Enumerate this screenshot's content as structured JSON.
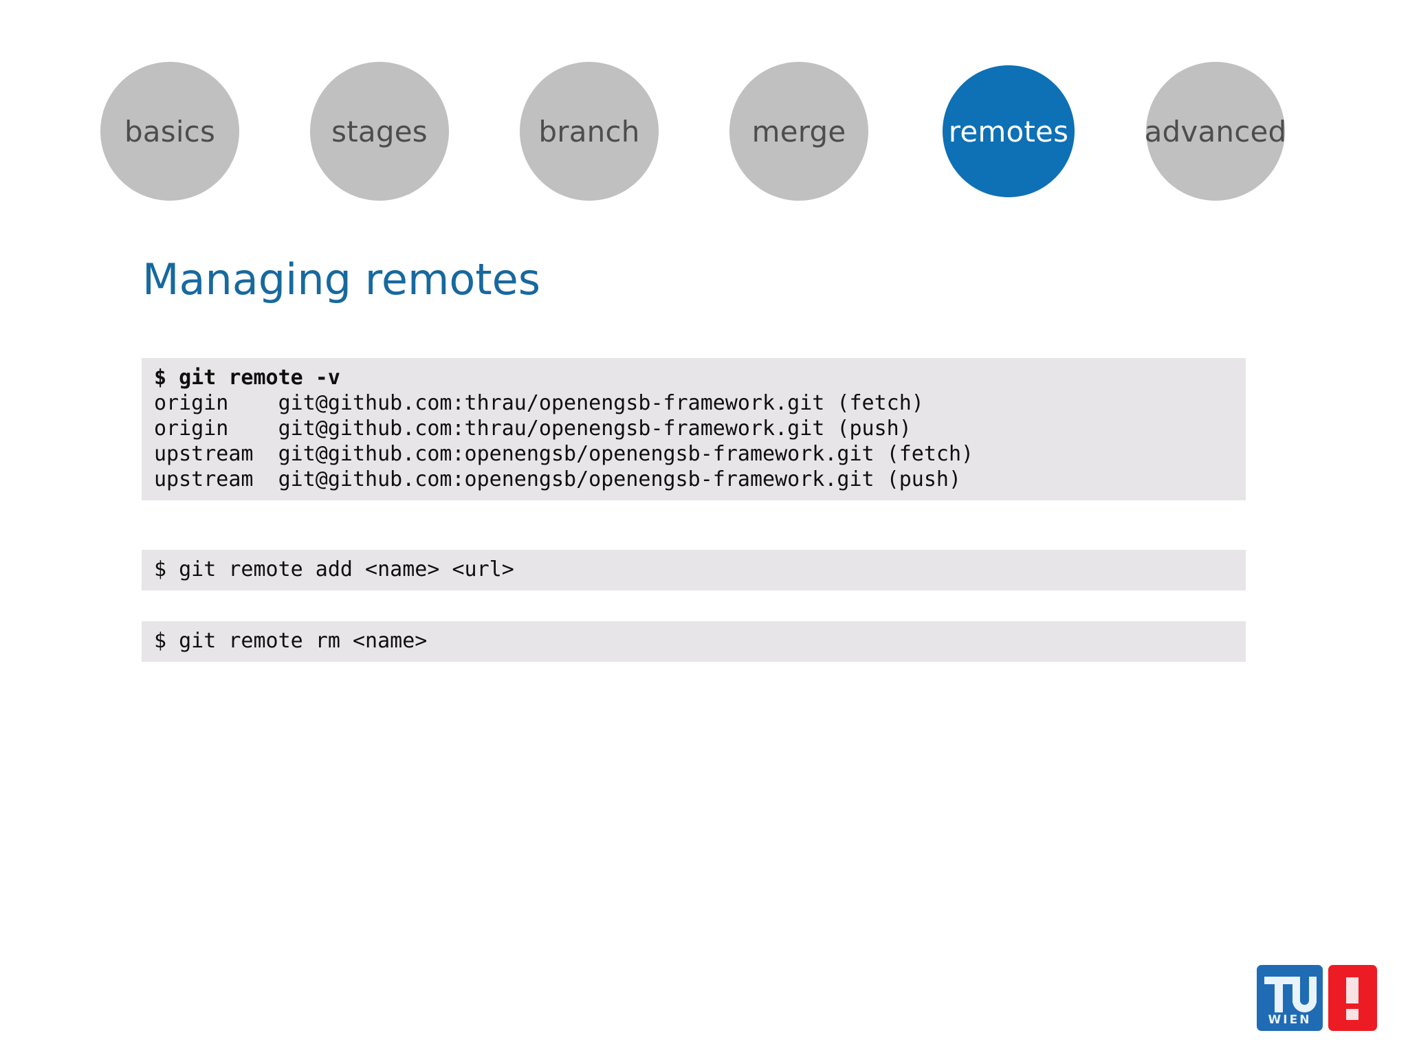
{
  "nav": {
    "items": [
      {
        "label": "basics",
        "active": false
      },
      {
        "label": "stages",
        "active": false
      },
      {
        "label": "branch",
        "active": false
      },
      {
        "label": "merge",
        "active": false
      },
      {
        "label": "remotes",
        "active": true
      },
      {
        "label": "advanced",
        "active": false
      }
    ]
  },
  "slide": {
    "title": "Managing remotes"
  },
  "code_blocks": [
    {
      "id": "code-box-1",
      "lines": [
        {
          "text": "$ git remote -v",
          "bold": true
        },
        {
          "text": "origin    git@github.com:thrau/openengsb-framework.git (fetch)",
          "bold": false
        },
        {
          "text": "origin    git@github.com:thrau/openengsb-framework.git (push)",
          "bold": false
        },
        {
          "text": "upstream  git@github.com:openengsb/openengsb-framework.git (fetch)",
          "bold": false
        },
        {
          "text": "upstream  git@github.com:openengsb/openengsb-framework.git (push)",
          "bold": false
        }
      ]
    },
    {
      "id": "code-box-2",
      "lines": [
        {
          "text": "$ git remote add <name> <url>",
          "bold": false
        }
      ]
    },
    {
      "id": "code-box-3",
      "lines": [
        {
          "text": "$ git remote rm <name>",
          "bold": false
        }
      ]
    }
  ],
  "logo": {
    "name": "tu-wien-logo",
    "wien_text": "WIEN"
  },
  "colors": {
    "accent_blue": "#0e70b5",
    "title_blue": "#17699f",
    "circle_gray": "#c0c0c0",
    "code_bg": "#e7e5e7",
    "logo_blue": "#1f6cb4",
    "logo_red": "#ed1c24"
  }
}
